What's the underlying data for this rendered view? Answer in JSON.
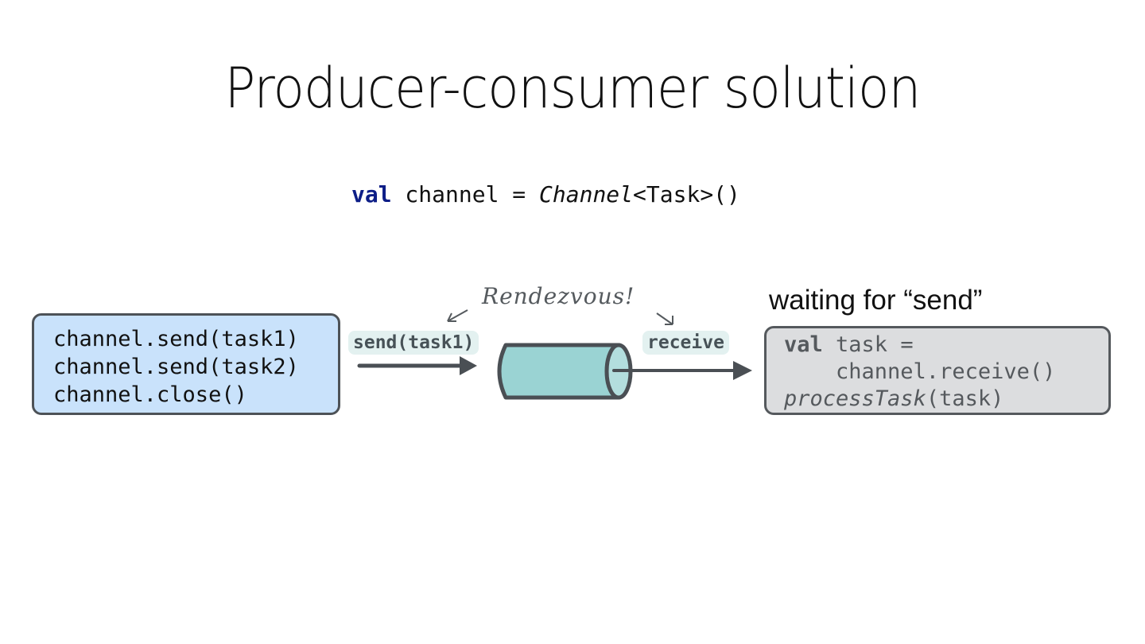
{
  "slide": {
    "title": "Producer-consumer solution",
    "declaration": {
      "keyword": "val",
      "name": " channel = ",
      "type_italic": "Channel",
      "generic": "<Task>()"
    }
  },
  "producer": {
    "lines": [
      "channel.send(task1)",
      "channel.send(task2)",
      "channel.close()"
    ],
    "fill_color": "#c9e2fb"
  },
  "channel": {
    "send_label": "send(task1)",
    "receive_label": "receive",
    "annotation": "Rendezvous!",
    "fill_color": "#9ad3d3"
  },
  "consumer": {
    "status": "waiting for “send”",
    "line1_keyword": "val",
    "line1_rest": " task =",
    "line2": "    channel.receive()",
    "line3_italic": "processTask",
    "line3_rest": "(task)",
    "fill_color": "#dcdddf"
  }
}
